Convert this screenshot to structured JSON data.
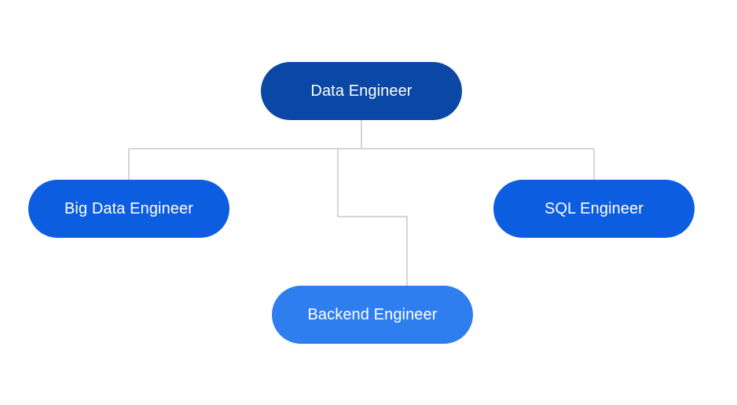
{
  "diagram": {
    "type": "hierarchy",
    "connector_color": "#c8c8c8",
    "root": {
      "label": "Data Engineer",
      "color": "#0b47a5"
    },
    "children": [
      {
        "id": "big-data",
        "label": "Big Data Engineer",
        "color": "#0d5de0"
      },
      {
        "id": "backend",
        "label": "Backend Engineer",
        "color": "#2f7ef0"
      },
      {
        "id": "sql",
        "label": "SQL Engineer",
        "color": "#0d5de0"
      }
    ]
  }
}
